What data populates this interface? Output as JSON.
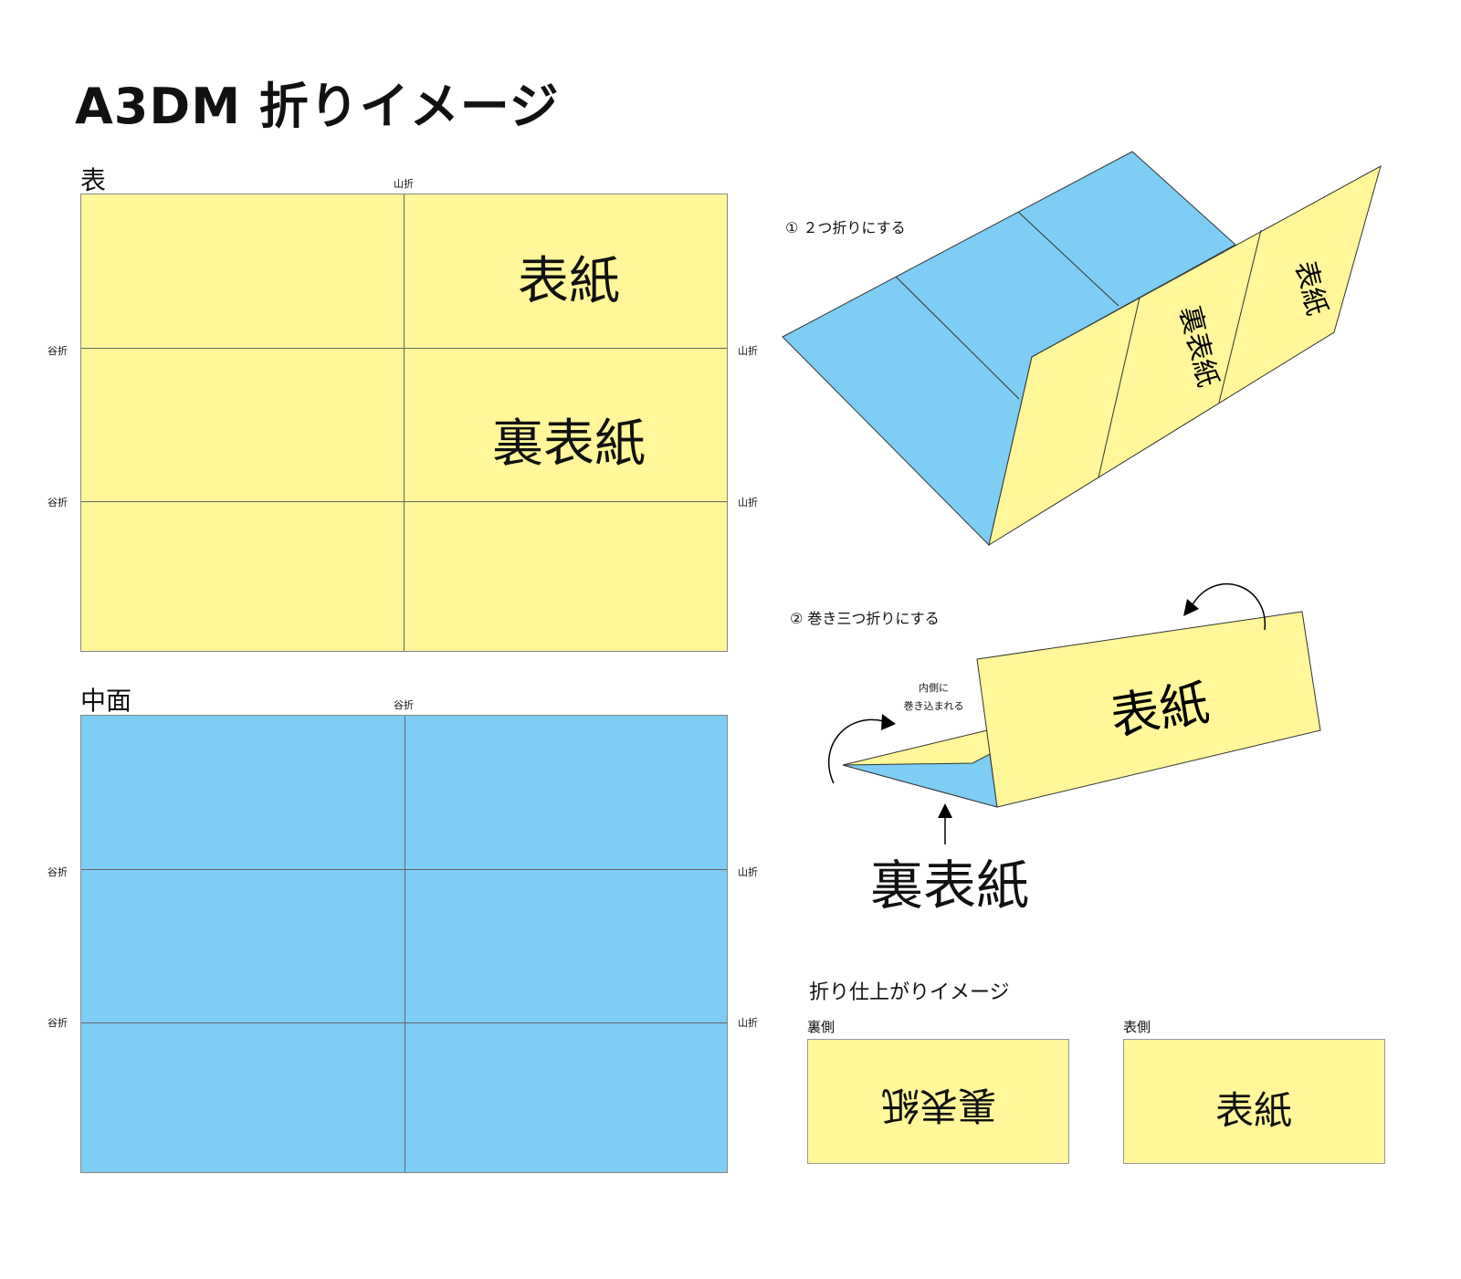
{
  "title": "A3DM 折りイメージ",
  "front": {
    "label": "表",
    "top_fold": "山折",
    "left_folds": [
      "谷折",
      "谷折"
    ],
    "right_folds": [
      "山折",
      "山折"
    ],
    "panel_cover": "表紙",
    "panel_back_cover": "裏表紙"
  },
  "inside": {
    "label": "中面",
    "top_fold": "谷折",
    "left_folds": [
      "谷折",
      "谷折"
    ],
    "right_folds": [
      "山折",
      "山折"
    ]
  },
  "step1": {
    "label": "① ２つ折りにする",
    "panel_back_cover": "裏表紙",
    "panel_cover": "表紙"
  },
  "step2": {
    "label": "② 巻き三つ折りにする",
    "note_line1": "内側に",
    "note_line2": "巻き込まれる",
    "cover": "表紙",
    "back_cover": "裏表紙"
  },
  "finished": {
    "label": "折り仕上がりイメージ",
    "back_side_label": "裏側",
    "back_side_text": "裏表紙",
    "front_side_label": "表側",
    "front_side_text": "表紙"
  },
  "colors": {
    "yellow": "#FFF799",
    "blue": "#7ECDF4"
  }
}
